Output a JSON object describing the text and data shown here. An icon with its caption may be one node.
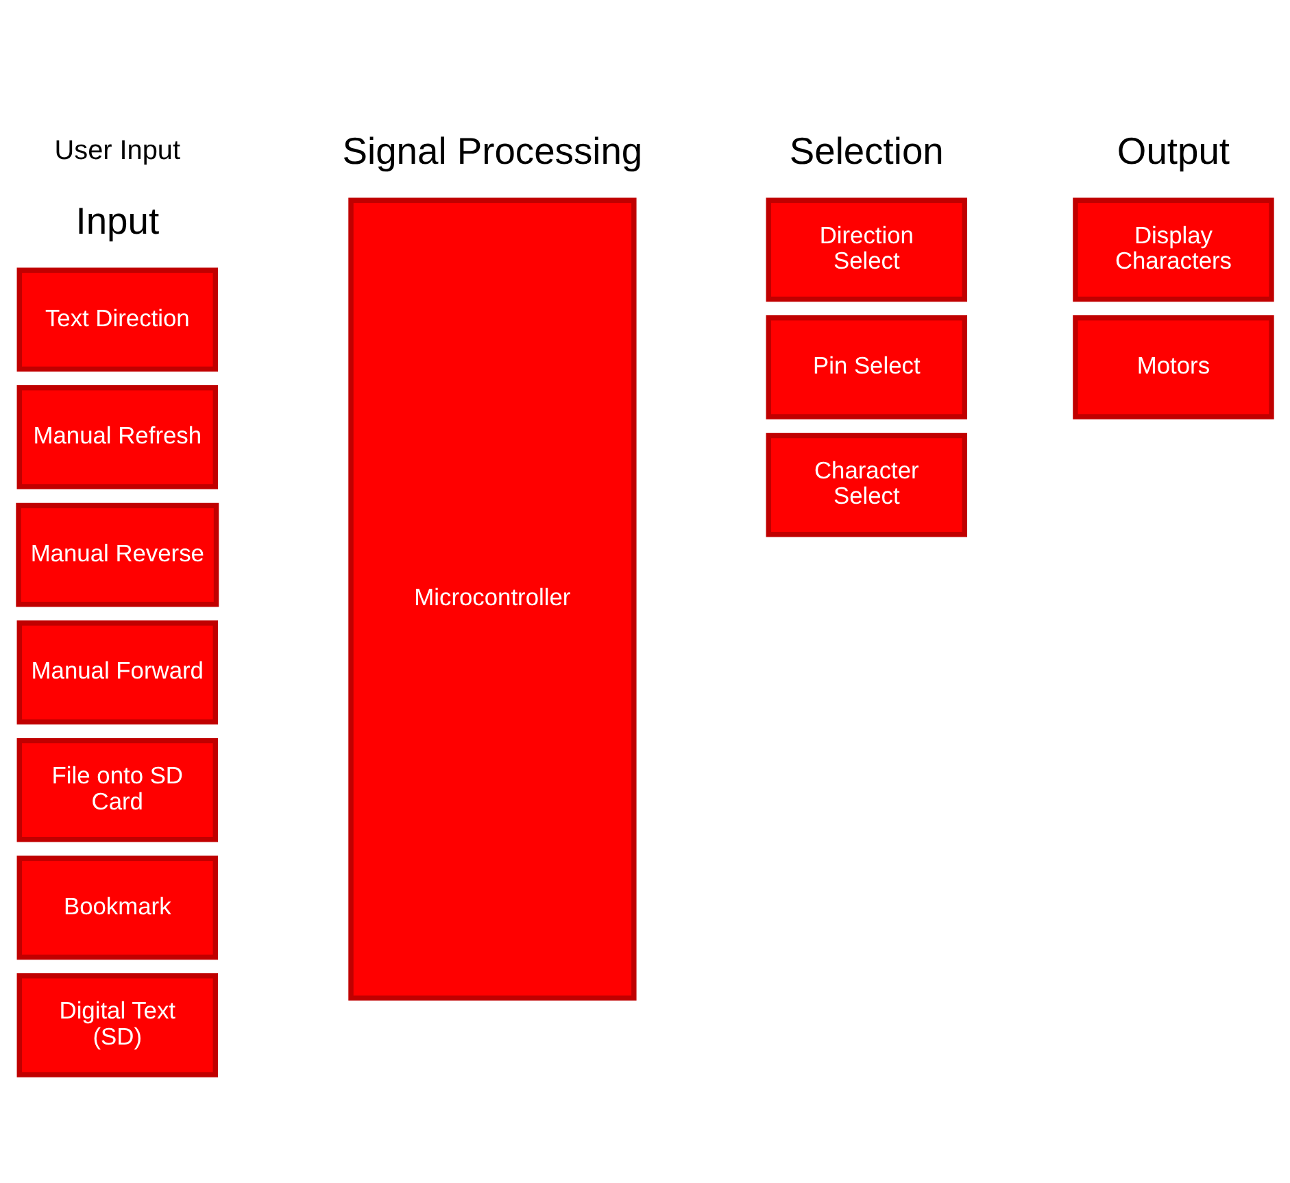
{
  "diagram": {
    "nodes": [
      {
        "text": [
          "Digital Text (SD)"
        ]
      },
      {
        "text": [
          "Bookmark"
        ]
      },
      {
        "text": [
          "File onto SD Card"
        ]
      },
      {
        "text": [
          "Manual Forward"
        ]
      },
      {
        "text": [
          "Manual Reverse"
        ]
      },
      {
        "text": [
          "Manual Refresh"
        ]
      },
      {
        "text": [
          "Text Direction"
        ]
      },
      {
        "text": [
          "Microcontroller"
        ]
      },
      {
        "text": [
          "Character Select"
        ]
      },
      {
        "text": [
          "Pin Select"
        ]
      },
      {
        "text": [
          "Direction Select"
        ]
      },
      {
        "text": [
          "Motors"
        ]
      },
      {
        "text": [
          "Display Characters"
        ]
      }
    ],
    "edges": [],
    "labels": [
      "Input",
      "Signal Processing",
      "Selection",
      "Output",
      "User Input"
    ]
  }
}
